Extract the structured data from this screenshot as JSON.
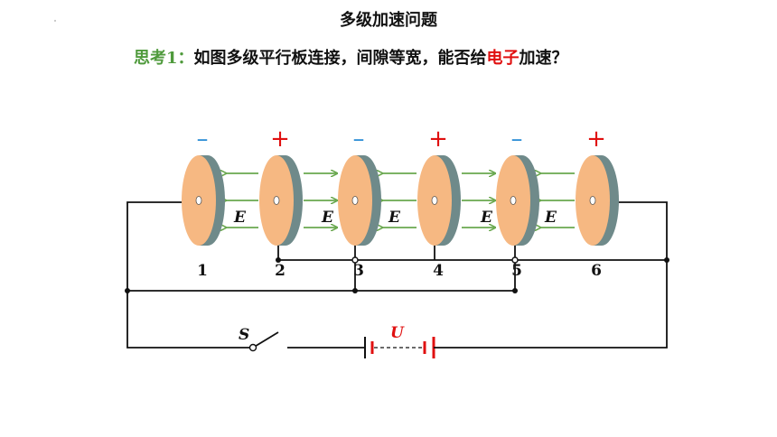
{
  "title": "多级加速问题",
  "question": {
    "label": "思考1：",
    "text_before": "如图多级平行板连接，间隙等宽，能否给",
    "highlight": "电子",
    "text_after": "加速？"
  },
  "diagram": {
    "plates": [
      {
        "number": "1",
        "sign": "–",
        "sign_color": "#2f8fd6"
      },
      {
        "number": "2",
        "sign": "+",
        "sign_color": "#e01010"
      },
      {
        "number": "3",
        "sign": "–",
        "sign_color": "#2f8fd6"
      },
      {
        "number": "4",
        "sign": "+",
        "sign_color": "#e01010"
      },
      {
        "number": "5",
        "sign": "–",
        "sign_color": "#2f8fd6"
      },
      {
        "number": "6",
        "sign": "+",
        "sign_color": "#e01010"
      }
    ],
    "field_labels": [
      "E",
      "E",
      "E",
      "E",
      "E"
    ],
    "switch_label": "S",
    "voltage_label": "U",
    "colors": {
      "plate_face": "#f6b882",
      "plate_edge": "#6f8a8a",
      "field_arrow": "#6aa84f",
      "battery": "#e01010",
      "wire": "#111111"
    }
  }
}
